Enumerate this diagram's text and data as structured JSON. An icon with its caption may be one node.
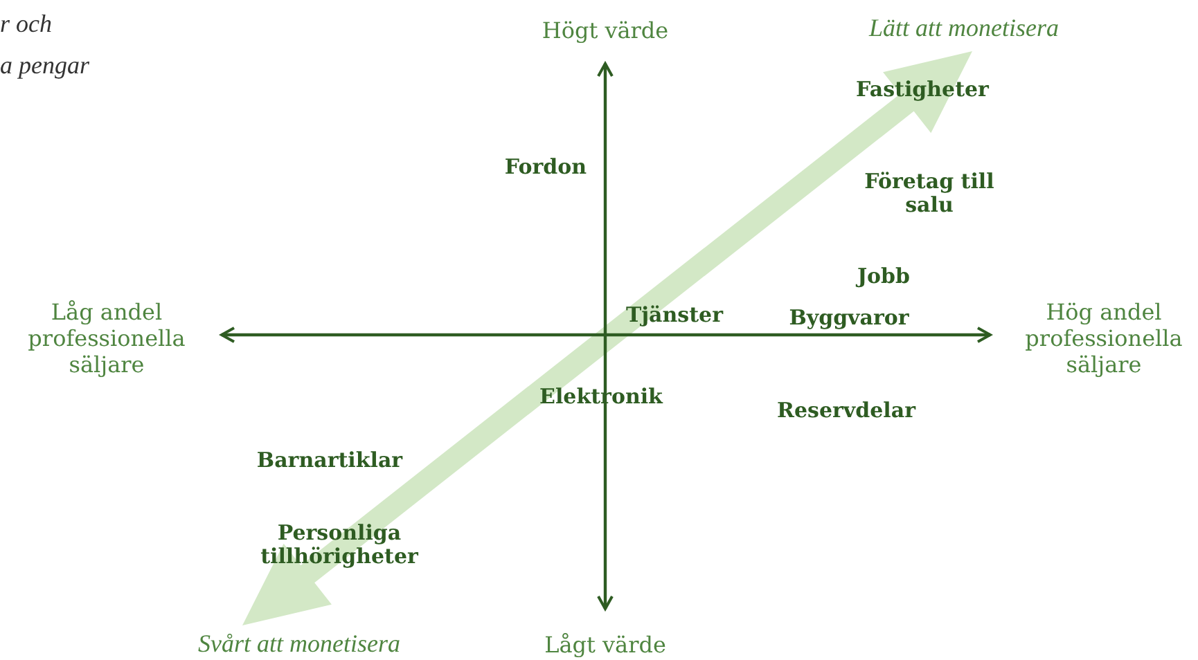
{
  "diagram": {
    "labels": [
      "r och",
      "a pengar",
      "Högt värde",
      "Lätt att monetisera",
      "Fastigheter",
      "Fordon",
      "Företag till salu",
      "Jobb",
      "Låg andel professionella säljare",
      "Tjänster",
      "Byggvaror",
      "Hög andel professionella säljare",
      "Elektronik",
      "Reservdelar",
      "Barnartiklar",
      "Personliga tillhörigheter",
      "Svårt att monetisera",
      "Lågt värde"
    ]
  }
}
